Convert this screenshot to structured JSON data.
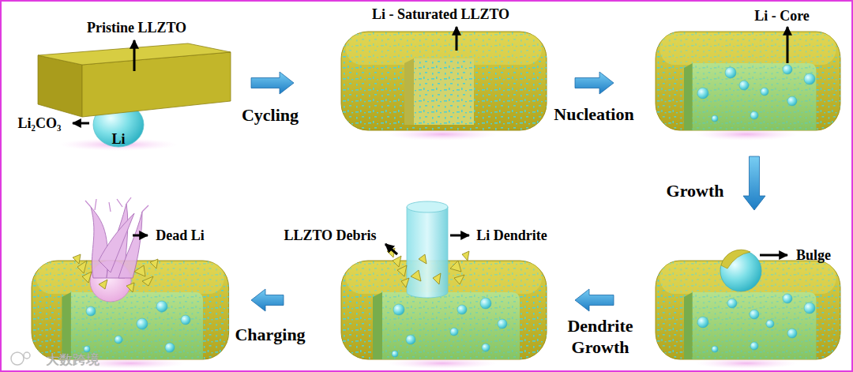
{
  "diagram": {
    "nodes": [
      {
        "text": [
          "Pristine LLZTO",
          "Li₂CO₃",
          "Li"
        ]
      },
      {
        "text": [
          "Li - Saturated LLZTO"
        ]
      },
      {
        "text": [
          "Li - Core"
        ]
      },
      {
        "text": [
          "Bulge"
        ]
      },
      {
        "text": [
          "LLZTO Debris",
          "Li Dendrite"
        ]
      },
      {
        "text": [
          "Dead Li"
        ]
      }
    ],
    "edges": [
      {
        "from": 0,
        "to": 1,
        "arrow": "to",
        "label": "Cycling"
      },
      {
        "from": 1,
        "to": 2,
        "arrow": "to",
        "label": "Nucleation"
      },
      {
        "from": 2,
        "to": 3,
        "arrow": "to",
        "label": "Growth"
      },
      {
        "from": 3,
        "to": 4,
        "arrow": "to",
        "label": "Dendrite Growth"
      },
      {
        "from": 4,
        "to": 5,
        "arrow": "to",
        "label": "Charging"
      }
    ],
    "labels": [
      "大数跨境"
    ]
  }
}
